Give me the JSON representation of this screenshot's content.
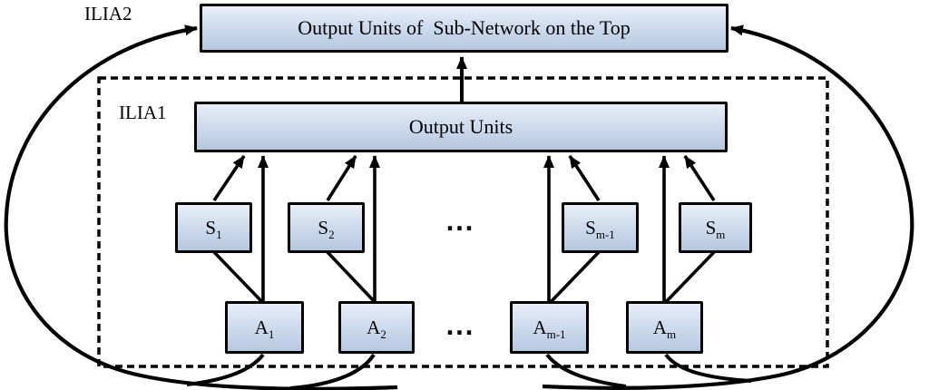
{
  "figure": {
    "ilia2_label": "ILIA2",
    "ilia1_label": "ILIA1",
    "top_box_label": "Output Units of  Sub-Network on the Top",
    "output_units_label": "Output Units",
    "ellipsis_upper": "...",
    "ellipsis_lower": "...",
    "s_units": [
      {
        "base": "S",
        "sub": "1"
      },
      {
        "base": "S",
        "sub": "2"
      },
      {
        "base": "S",
        "sub": "m-1"
      },
      {
        "base": "S",
        "sub": "m"
      }
    ],
    "a_units": [
      {
        "base": "A",
        "sub": "1"
      },
      {
        "base": "A",
        "sub": "2"
      },
      {
        "base": "A",
        "sub": "m-1"
      },
      {
        "base": "A",
        "sub": "m"
      }
    ],
    "colors": {
      "box_fill_light": "#e9eff8",
      "box_fill_dark": "#b5c8e1",
      "box_border": "#000000",
      "line": "#000000",
      "background": "#ffffff"
    }
  }
}
